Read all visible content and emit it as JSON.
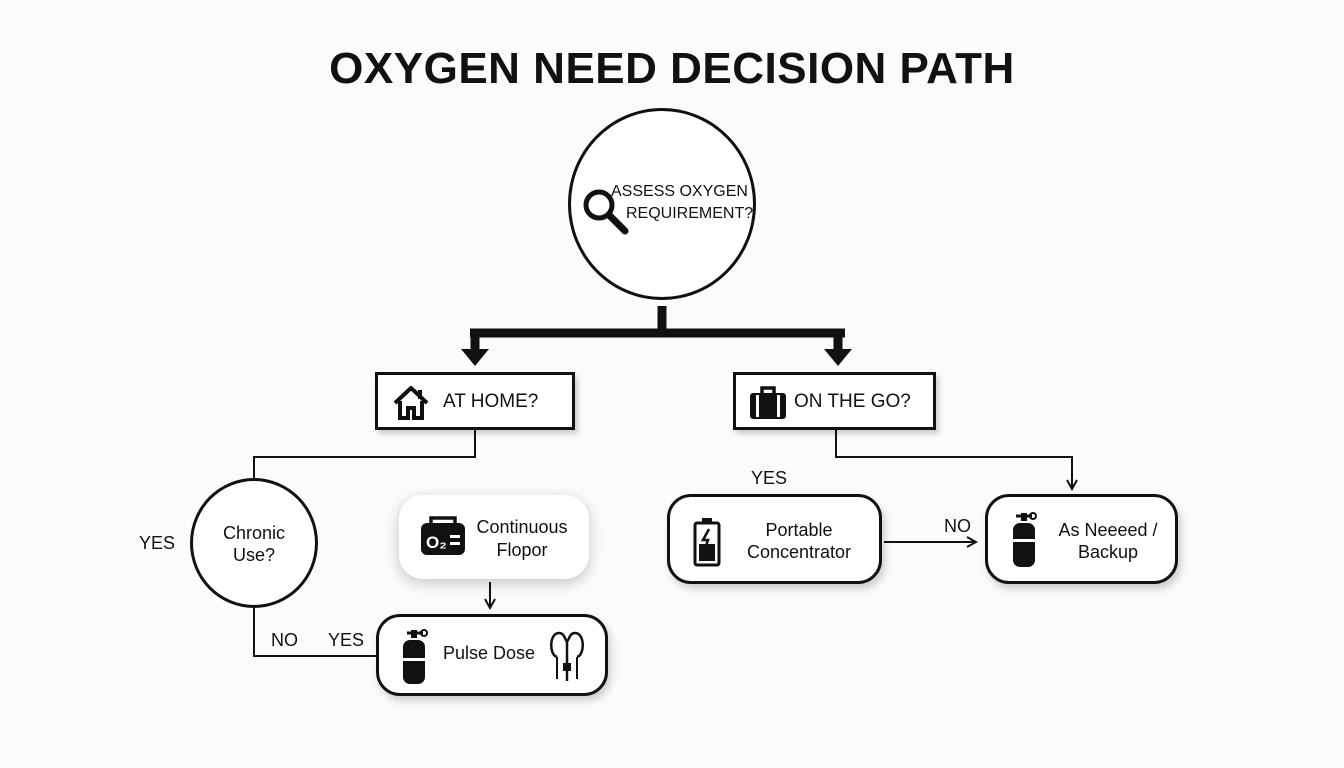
{
  "title": "OXYGEN NEED DECISION PATH",
  "nodes": {
    "assess": {
      "line1": "ASSESS OXYGEN",
      "line2": "REQUIREMENT?",
      "icon": "magnifier-icon"
    },
    "at_home": {
      "label": "AT HOME?",
      "icon": "house-icon"
    },
    "on_the_go": {
      "label": "ON THE GO?",
      "icon": "suitcase-icon"
    },
    "chronic": {
      "line1": "Chronic",
      "line2": "Use?"
    },
    "continuous": {
      "line1": "Continuous",
      "line2": "Flopor",
      "icon": "o2-concentrator-icon",
      "icon_text": "O₂"
    },
    "pulse": {
      "label": "Pulse Dose",
      "icons": [
        "oxygen-cylinder-icon",
        "nasal-cannula-icon"
      ]
    },
    "portable": {
      "line1": "Portable",
      "line2": "Concentrator",
      "icon": "battery-icon"
    },
    "backup": {
      "line1": "As Neeeed /",
      "line2": "Backup",
      "icon": "oxygen-cylinder-icon"
    }
  },
  "edge_labels": {
    "chronic_yes": "YES",
    "chronic_no": "NO",
    "pulse_yes": "YES",
    "portable_yes": "YES",
    "backup_no": "NO"
  }
}
